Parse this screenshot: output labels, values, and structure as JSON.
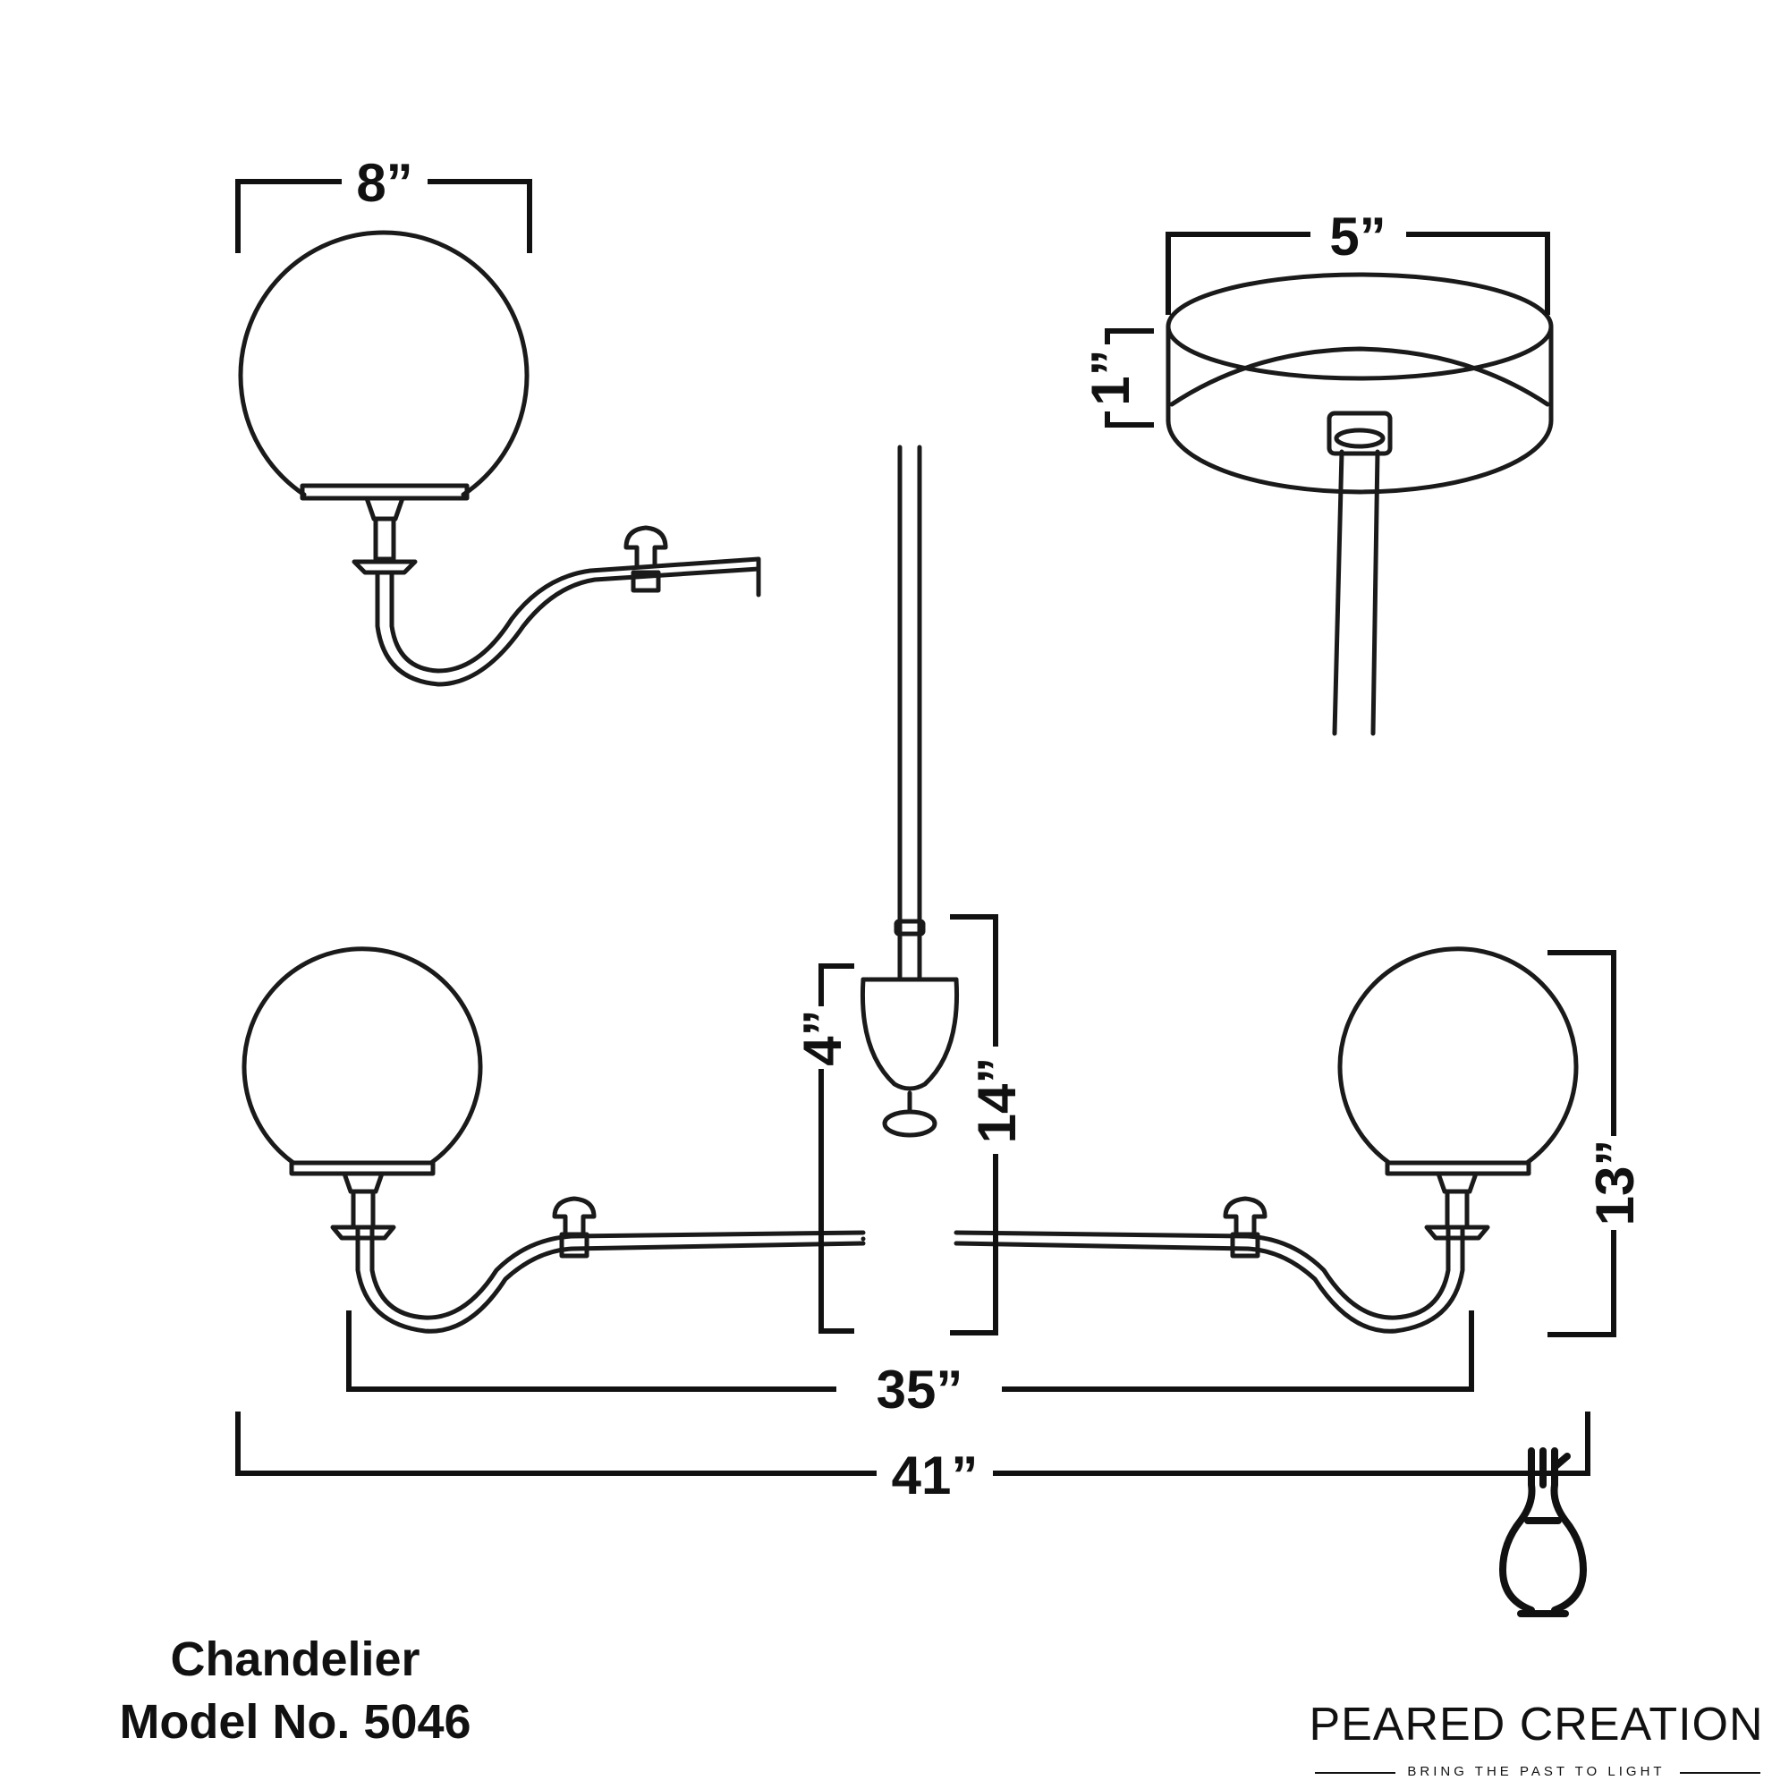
{
  "dimensions": {
    "shade_width": "8”",
    "canopy_width": "5”",
    "canopy_height": "1”",
    "stem_drop": "14”",
    "hub_height": "4”",
    "arm_span": "35”",
    "overall_width": "41”",
    "fixture_height": "13”"
  },
  "caption": {
    "type": "Chandelier",
    "model": "Model No. 5046"
  },
  "brand": {
    "name": "PEARED CREATION",
    "tagline": "BRING THE PAST TO LIGHT",
    "logo_icon": "lightbulb-icon"
  },
  "colors": {
    "line": "#1a1a1a",
    "background": "#ffffff"
  }
}
